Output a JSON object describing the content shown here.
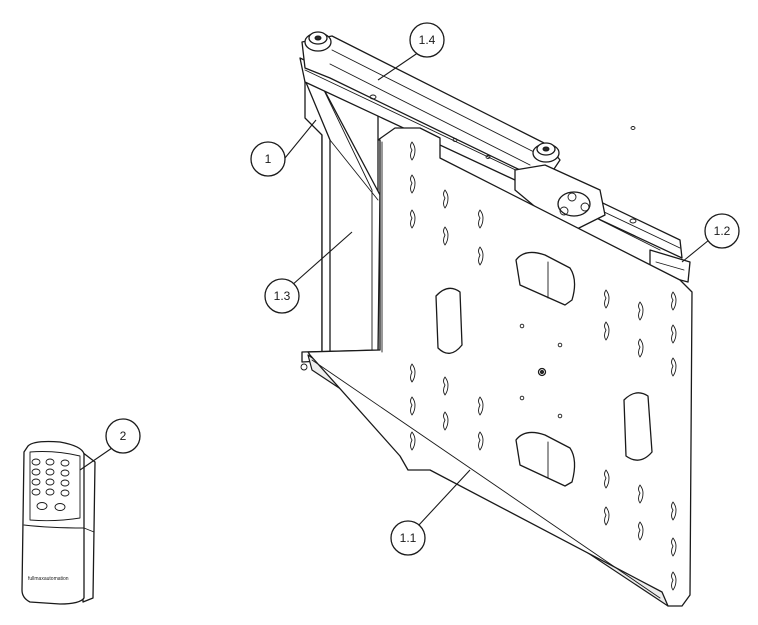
{
  "callouts": {
    "c1": "1",
    "c1_1": "1.1",
    "c1_2": "1.2",
    "c1_3": "1.3",
    "c1_4": "1.4",
    "c2": "2"
  },
  "remote": {
    "brand": "fullmaxautomation"
  },
  "colors": {
    "line": "#1a1a1a",
    "background": "#ffffff"
  }
}
